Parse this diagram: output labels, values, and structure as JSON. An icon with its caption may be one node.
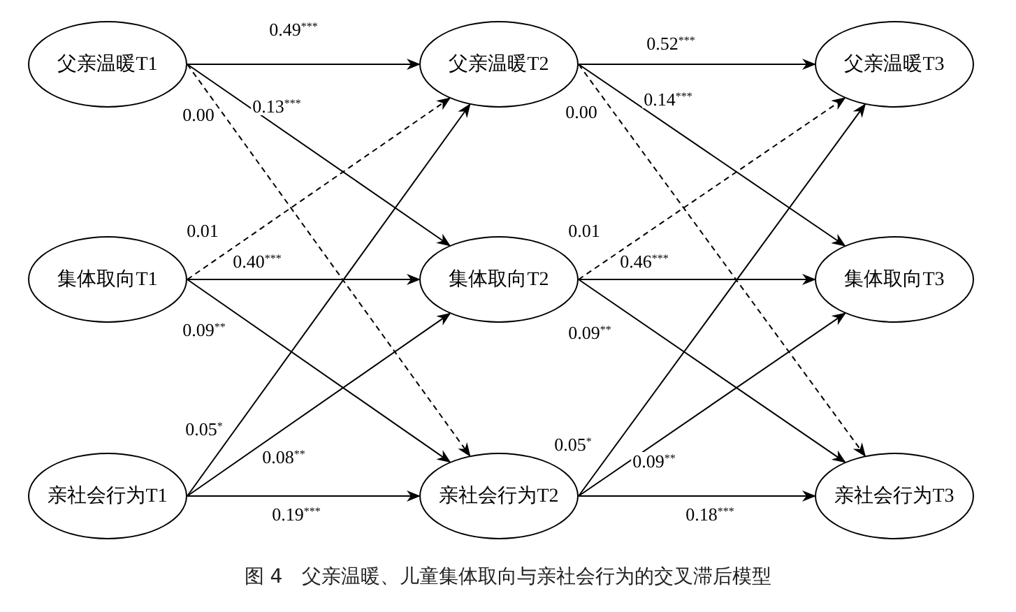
{
  "diagram": {
    "caption": "图 4　父亲温暖、儿童集体取向与亲社会行为的交叉滞后模型",
    "nodes": [
      {
        "text": [
          "父亲温暖T1"
        ]
      },
      {
        "text": [
          "集体取向T1"
        ]
      },
      {
        "text": [
          "亲社会行为T1"
        ]
      },
      {
        "text": [
          "父亲温暖T2"
        ]
      },
      {
        "text": [
          "集体取向T2"
        ]
      },
      {
        "text": [
          "亲社会行为T2"
        ]
      },
      {
        "text": [
          "父亲温暖T3"
        ]
      },
      {
        "text": [
          "集体取向T3"
        ]
      },
      {
        "text": [
          "亲社会行为T3"
        ]
      }
    ],
    "edges": [
      {
        "from": 0,
        "to": 3,
        "arrow": "to",
        "label": "0.49$^{***}$"
      },
      {
        "from": 0,
        "to": 4,
        "arrow": "to",
        "label": "0.13$^{***}$"
      },
      {
        "from": 0,
        "to": 5,
        "arrow": "to",
        "label": "0.00",
        "style": "dashed"
      },
      {
        "from": 1,
        "to": 3,
        "arrow": "to",
        "label": "0.01",
        "style": "dashed"
      },
      {
        "from": 1,
        "to": 4,
        "arrow": "to",
        "label": "0.40$^{***}$"
      },
      {
        "from": 1,
        "to": 5,
        "arrow": "to",
        "label": "0.09$^{**}$"
      },
      {
        "from": 2,
        "to": 3,
        "arrow": "to",
        "label": "0.05$^{*}$"
      },
      {
        "from": 2,
        "to": 4,
        "arrow": "to",
        "label": "0.08$^{**}$"
      },
      {
        "from": 2,
        "to": 5,
        "arrow": "to",
        "label": "0.19$^{***}$"
      },
      {
        "from": 3,
        "to": 6,
        "arrow": "to",
        "label": "0.52$^{***}$"
      },
      {
        "from": 3,
        "to": 7,
        "arrow": "to",
        "label": "0.14$^{***}$"
      },
      {
        "from": 3,
        "to": 8,
        "arrow": "to",
        "label": "0.00",
        "style": "dashed"
      },
      {
        "from": 4,
        "to": 6,
        "arrow": "to",
        "label": "0.01",
        "style": "dashed"
      },
      {
        "from": 4,
        "to": 7,
        "arrow": "to",
        "label": "0.46$^{***}$"
      },
      {
        "from": 4,
        "to": 8,
        "arrow": "to",
        "label": "0.09$^{**}$"
      },
      {
        "from": 5,
        "to": 6,
        "arrow": "to",
        "label": "0.05$^{*}$"
      },
      {
        "from": 5,
        "to": 7,
        "arrow": "to",
        "label": "0.09$^{**}$"
      },
      {
        "from": 5,
        "to": 8,
        "arrow": "to",
        "label": "0.18$^{***}$"
      }
    ]
  }
}
